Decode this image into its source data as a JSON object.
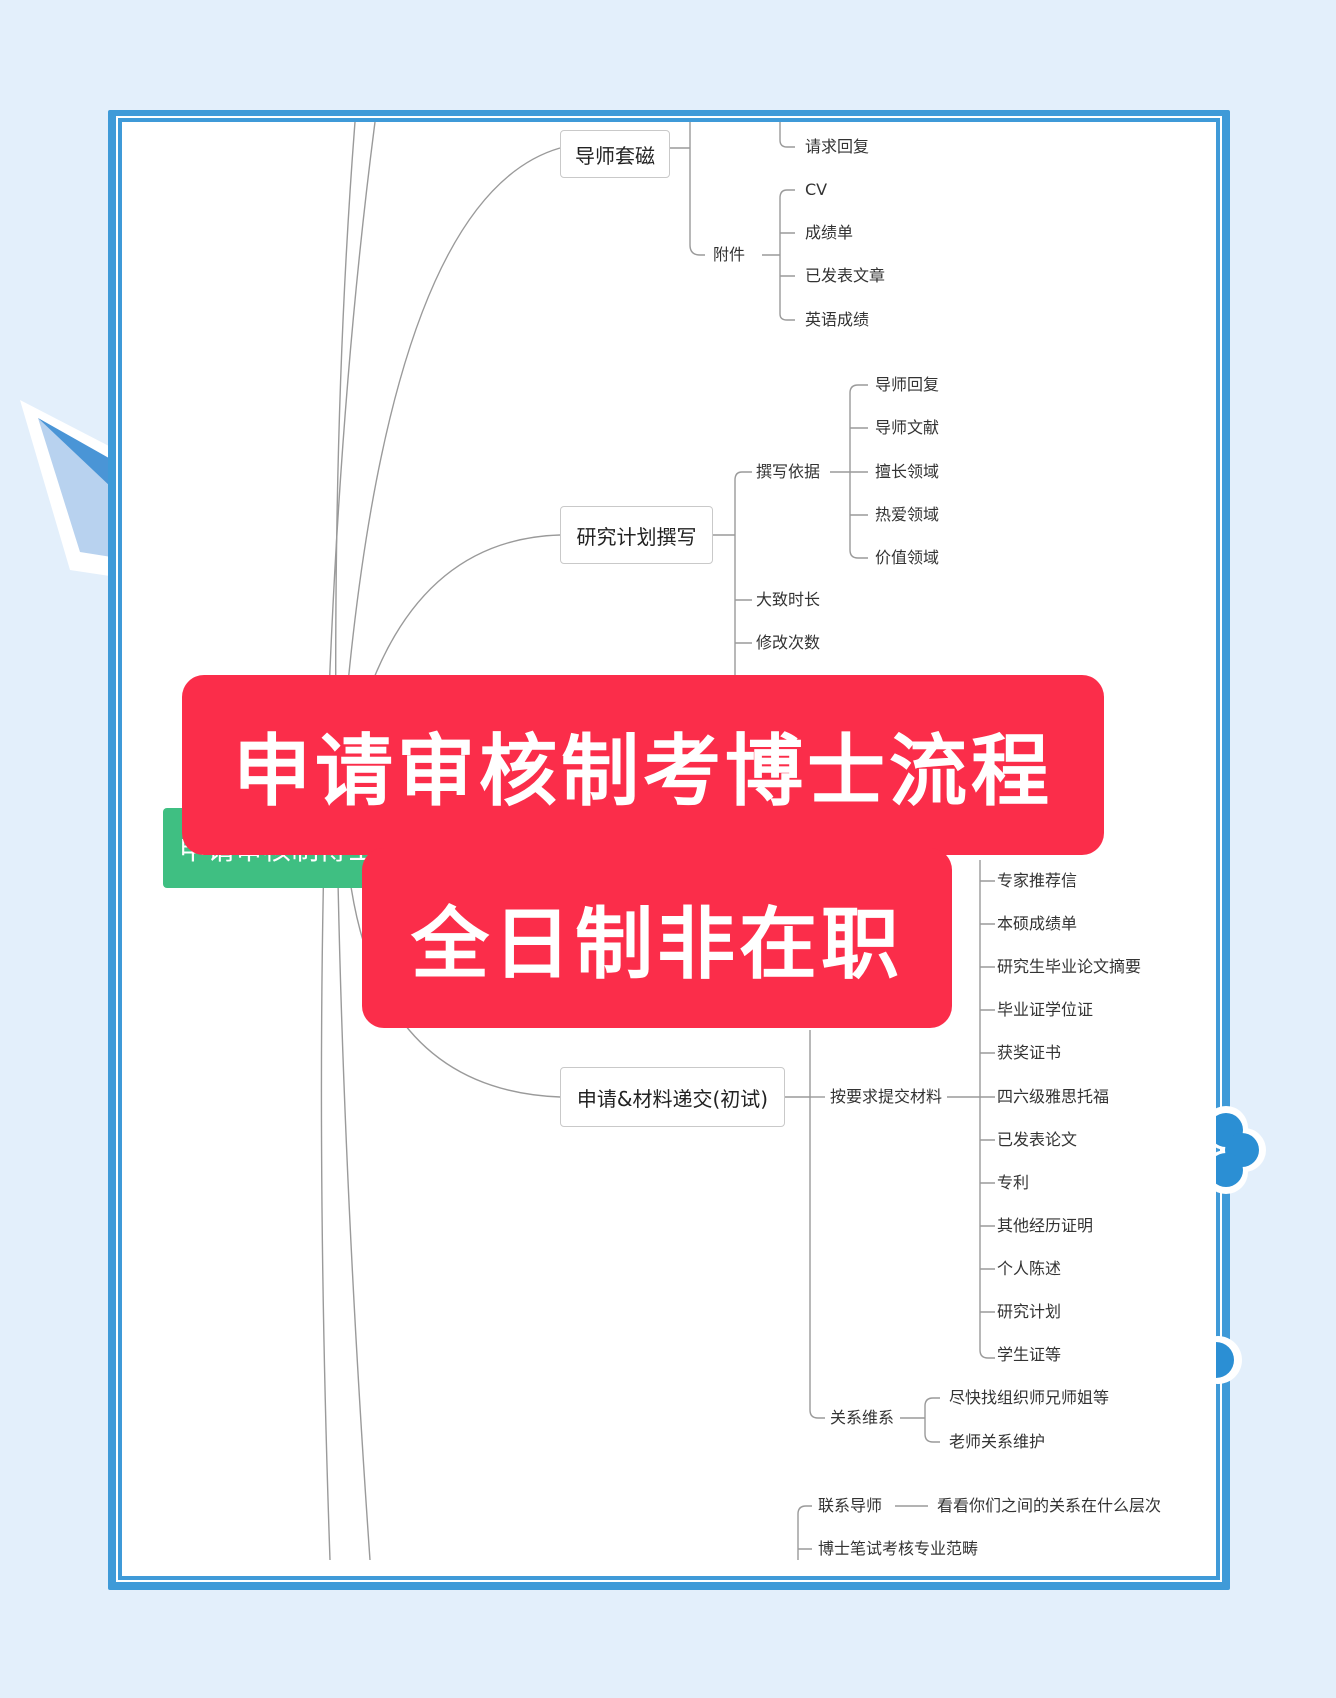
{
  "colors": {
    "background": "#e3effb",
    "frame": "#3f9ad8",
    "root_node": "#3fbf82",
    "banner": "#fb2d4a"
  },
  "mindmap": {
    "root": "申请审核制博士",
    "branches": {
      "tutor_contact": {
        "label": "导师套磁",
        "items": {
          "reply": "请求回复",
          "attachment": "附件"
        },
        "attachments": [
          "CV",
          "成绩单",
          "已发表文章",
          "英语成绩"
        ]
      },
      "research_plan": {
        "label": "研究计划撰写",
        "basis": "撰写依据",
        "basis_items": [
          "导师回复",
          "导师文献",
          "擅长领域",
          "热爱领域",
          "价值领域"
        ],
        "duration": "大致时长",
        "revisions": "修改次数"
      },
      "application": {
        "label": "申请&材料递交(初试)",
        "materials_label": "按要求提交材料",
        "materials": [
          "专家推荐信",
          "本硕成绩单",
          "研究生毕业论文摘要",
          "毕业证学位证",
          "获奖证书",
          "四六级雅思托福",
          "已发表论文",
          "专利",
          "其他经历证明",
          "个人陈述",
          "研究计划",
          "学生证等"
        ],
        "relations_label": "关系维系",
        "relations": [
          "尽快找组织师兄师姐等",
          "老师关系维护"
        ]
      },
      "bottom": {
        "contact_tutor": "联系导师",
        "contact_note": "看看你们之间的关系在什么层次",
        "exam_scope": "博士笔试考核专业范畴"
      }
    }
  },
  "banner": {
    "title": "申请审核制考博士流程",
    "subtitle": "全日制非在职"
  }
}
